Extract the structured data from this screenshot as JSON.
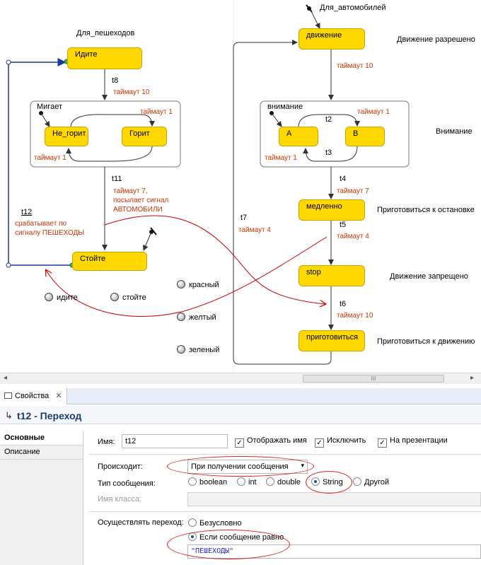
{
  "diagram": {
    "pedestrians_label": "Для_пешеходов",
    "cars_label": "Для_автомобилей",
    "states": {
      "idite": "Идите",
      "migaet": "Мигает",
      "ne_gorit": "Не_горит",
      "gorit": "Горит",
      "stoyte": "Стойте",
      "dvizhenie": "движение",
      "vnimanie": "внимание",
      "a": "A",
      "b": "B",
      "medlenno": "медленно",
      "stop": "stop",
      "prigotovitsya": "приготовиться"
    },
    "transitions": {
      "t8": "t8",
      "t8_timeout": "таймаут 10",
      "blink_gorit_timeout": "таймаут 1",
      "blink_negorit_timeout": "таймаут 1",
      "t11": "t11",
      "t11_text1": "таймаут 7,",
      "t11_text2": "посылает сигнал",
      "t11_text3": "АВТОМОБИЛИ",
      "t12": "t12",
      "t12_text1": "срабатывает по",
      "t12_text2": "сигналу ПЕШЕХОДЫ",
      "t1_timeout": "таймаут 10",
      "t2": "t2",
      "t3": "t3",
      "a_timeout": "таймаут 1",
      "b_timeout": "таймаут 1",
      "t4": "t4",
      "t4_timeout": "таймаут 7",
      "t5": "t5",
      "t5_timeout": "таймаут 4",
      "t7": "t7",
      "t7_timeout": "таймаут 4",
      "t6": "t6",
      "t6_timeout": "таймаут 10"
    },
    "notes": {
      "dvizhenie_razresheno": "Движение разрешено",
      "vnimanie": "Внимание",
      "prigotovitsya_k_ostanovke": "Приготовиться к остановке",
      "dvizhenie_zapreshcheno": "Движение запрещено",
      "prigotovitsya_k_dvizheniyu": "Приготовиться к движению"
    },
    "statevars": [
      "красный",
      "желтый",
      "зеленый",
      "идите",
      "стойте"
    ]
  },
  "scrollbar": {
    "thumb_grip": "III"
  },
  "panel": {
    "tab_label": "Свойства",
    "title": "t12 - Переход",
    "sidebar": [
      "Основные",
      "Описание"
    ],
    "name_label": "Имя:",
    "name_value": "t12",
    "show_name": "Отображать имя",
    "exclude": "Исключить",
    "on_presentation": "На презентации",
    "occurs_label": "Происходит:",
    "occurs_value": "При получении сообщения",
    "msg_type_label": "Тип сообщения:",
    "msg_types": [
      "boolean",
      "int",
      "double",
      "String",
      "Другой"
    ],
    "class_name_label": "Имя класса:",
    "perform_label": "Осуществлять переход:",
    "unconditional": "Безусловно",
    "if_message_equals": "Если сообщение равно",
    "message_value": "\"ПЕШЕХОДЫ\""
  },
  "colors": {
    "state_fill": "#ffd800",
    "timeout_text": "#cc3300",
    "annotation_ellipse": "#dd2222",
    "selection": "#1a3a9a"
  }
}
